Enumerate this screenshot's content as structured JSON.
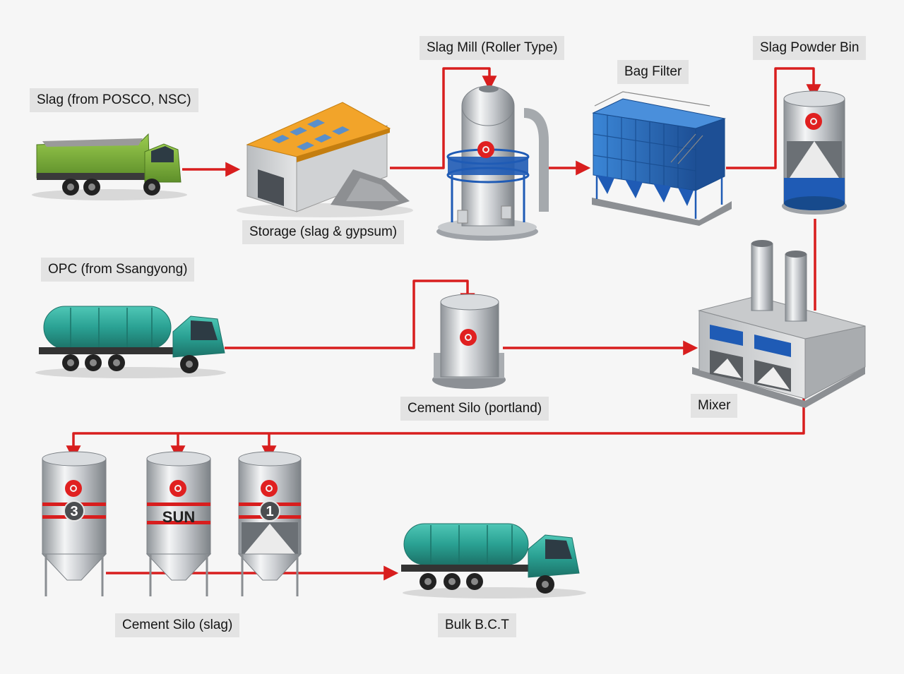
{
  "labels": {
    "slag_source": "Slag (from POSCO, NSC)",
    "storage": "Storage (slag & gypsum)",
    "slag_mill": "Slag Mill (Roller Type)",
    "bag_filter": "Bag Filter",
    "slag_powder_bin": "Slag Powder Bin",
    "opc_source": "OPC (from Ssangyong)",
    "cement_silo_portland": "Cement Silo (portland)",
    "mixer": "Mixer",
    "cement_silo_slag": "Cement Silo (slag)",
    "bulk_bct": "Bulk B.C.T"
  },
  "silo_marks": {
    "left": "3",
    "middle": "SUN",
    "right": "1"
  },
  "colors": {
    "flow_line": "#d81e1e",
    "background": "#f6f6f6",
    "label_bg": "#e3e3e3",
    "dump_truck": "#7fb239",
    "tanker": "#2aa193",
    "warehouse_roof": "#f2a42a",
    "bag_filter": "#2c6fc0",
    "bin_band": "#1f5bb5",
    "logo": "#e02020"
  }
}
